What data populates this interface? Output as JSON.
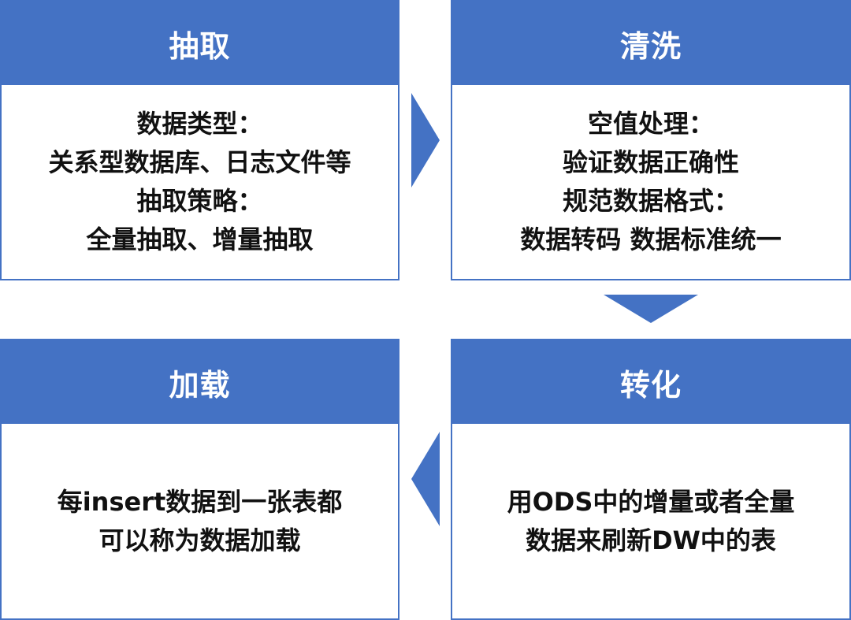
{
  "colors": {
    "accent": "#4472c4",
    "header_text": "#ffffff",
    "body_text": "#111111",
    "background": "#ffffff"
  },
  "steps": {
    "extract": {
      "title": "抽取",
      "lines": [
        "数据类型：",
        "关系型数据库、日志文件等",
        "抽取策略：",
        "全量抽取、增量抽取"
      ]
    },
    "clean": {
      "title": "清洗",
      "lines": [
        "空值处理：",
        "验证数据正确性",
        "规范数据格式：",
        "数据转码  数据标准统一"
      ]
    },
    "transform": {
      "title": "转化",
      "lines": [
        "用ODS中的增量或者全量",
        "数据来刷新DW中的表"
      ]
    },
    "load": {
      "title": "加载",
      "lines": [
        "每insert数据到一张表都",
        "可以称为数据加载"
      ]
    }
  },
  "arrows": [
    "arrow-right",
    "arrow-down",
    "arrow-left"
  ]
}
